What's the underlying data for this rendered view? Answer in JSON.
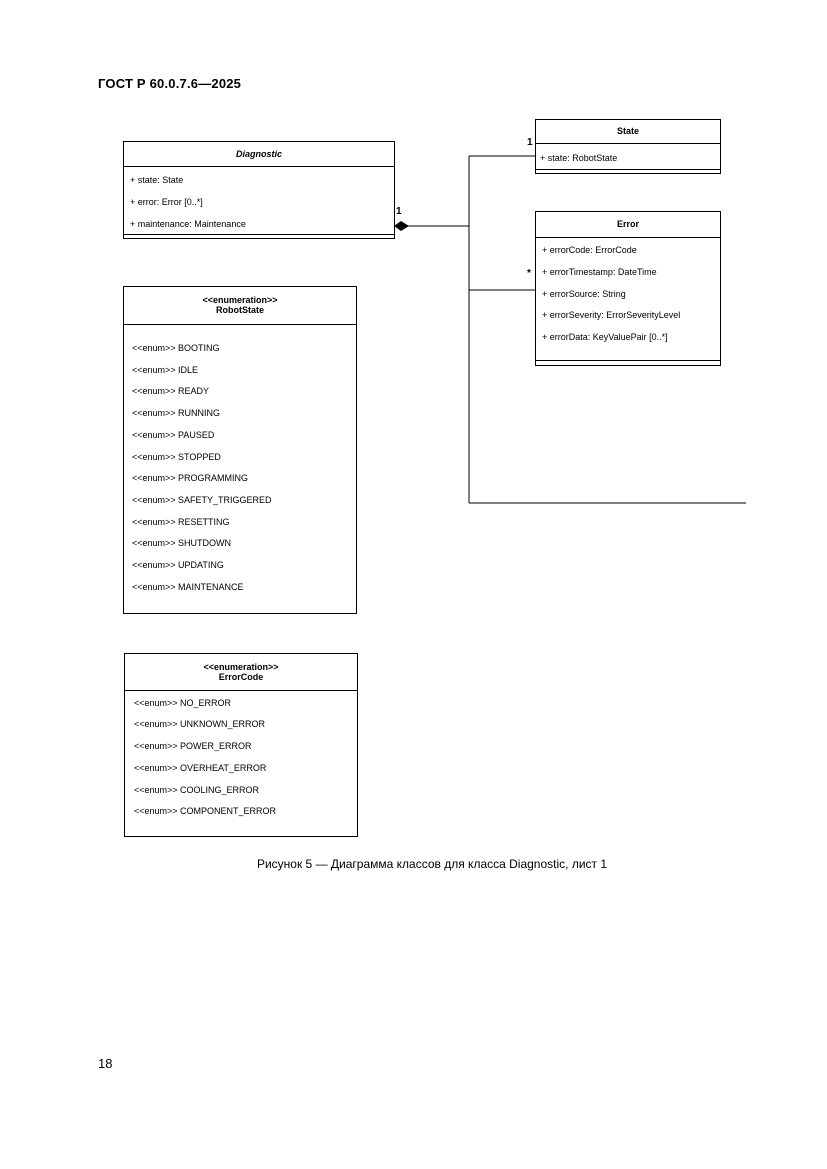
{
  "header": {
    "title": "ГОСТ Р 60.0.7.6—2025"
  },
  "page_number": "18",
  "caption": "Рисунок 5 — Диаграмма классов для класса Diagnostic, лист 1",
  "diagram": {
    "diagnostic": {
      "name": "Diagnostic",
      "attributes": [
        "+ state: State",
        "+ error: Error [0..*]",
        "+ maintenance: Maintenance"
      ]
    },
    "state": {
      "name": "State",
      "attributes": [
        "+ state: RobotState"
      ]
    },
    "error": {
      "name": "Error",
      "attributes": [
        "+ errorCode: ErrorCode",
        "+ errorTimestamp: DateTime",
        "+ errorSource: String",
        "+ errorSeverity: ErrorSeverityLevel",
        "+ errorData: KeyValuePair [0..*]"
      ]
    },
    "robot_state": {
      "stereotype": "<<enumeration>>",
      "name": "RobotState",
      "literals": [
        "<<enum>> BOOTING",
        "<<enum>> IDLE",
        "<<enum>> READY",
        "<<enum>> RUNNING",
        "<<enum>> PAUSED",
        "<<enum>> STOPPED",
        "<<enum>> PROGRAMMING",
        "<<enum>> SAFETY_TRIGGERED",
        "<<enum>> RESETTING",
        "<<enum>> SHUTDOWN",
        "<<enum>> UPDATING",
        "<<enum>> MAINTENANCE"
      ]
    },
    "error_code": {
      "stereotype": "<<enumeration>>",
      "name": "ErrorCode",
      "literals": [
        "<<enum>> NO_ERROR",
        "<<enum>> UNKNOWN_ERROR",
        "<<enum>> POWER_ERROR",
        "<<enum>> OVERHEAT_ERROR",
        "<<enum>> COOLING_ERROR",
        "<<enum>> COMPONENT_ERROR"
      ]
    },
    "multiplicities": {
      "state_end": "1",
      "diagnostic_end": "1",
      "error_end": "*"
    }
  }
}
